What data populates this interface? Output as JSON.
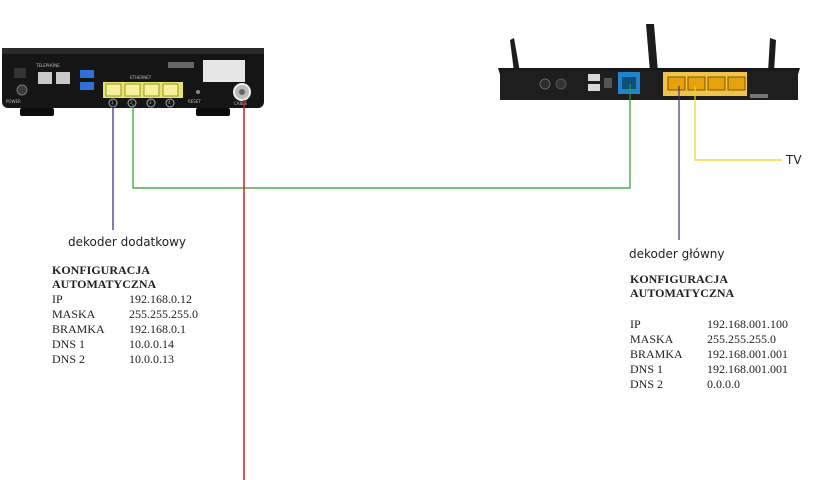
{
  "modem": {
    "port_labels": {
      "telephone": "TELEPHONE",
      "ethernet": "ETHERNET",
      "power": "POWER",
      "reset": "RESET",
      "cable": "CABLE",
      "ports": [
        "1",
        "2",
        "3",
        "4"
      ]
    }
  },
  "connections": {
    "secondary_decoder_label": "dekoder dodatkowy",
    "main_decoder_label": "dekoder główny",
    "tv_label": "TV",
    "colors": {
      "secondary_decoder": "#2b2b7a",
      "green_link": "#2e9b2e",
      "cable": "#c0141a",
      "main_decoder": "#3a3a6a",
      "tv": "#f2d21b"
    }
  },
  "config_left": {
    "title_line1": "KONFIGURACJA",
    "title_line2": "AUTOMATYCZNA",
    "rows": [
      {
        "key": "IP",
        "value": "192.168.0.12"
      },
      {
        "key": "MASKA",
        "value": "255.255.255.0"
      },
      {
        "key": "BRAMKA",
        "value": "192.168.0.1"
      },
      {
        "key": "DNS 1",
        "value": "10.0.0.14"
      },
      {
        "key": "DNS 2",
        "value": "10.0.0.13"
      }
    ]
  },
  "config_right": {
    "title_line1": "KONFIGURACJA",
    "title_line2": "AUTOMATYCZNA",
    "rows": [
      {
        "key": "IP",
        "value": "192.168.001.100"
      },
      {
        "key": "MASKA",
        "value": "255.255.255.0"
      },
      {
        "key": "BRAMKA",
        "value": "192.168.001.001"
      },
      {
        "key": "DNS 1",
        "value": "192.168.001.001"
      },
      {
        "key": "DNS 2",
        "value": "0.0.0.0"
      }
    ]
  }
}
